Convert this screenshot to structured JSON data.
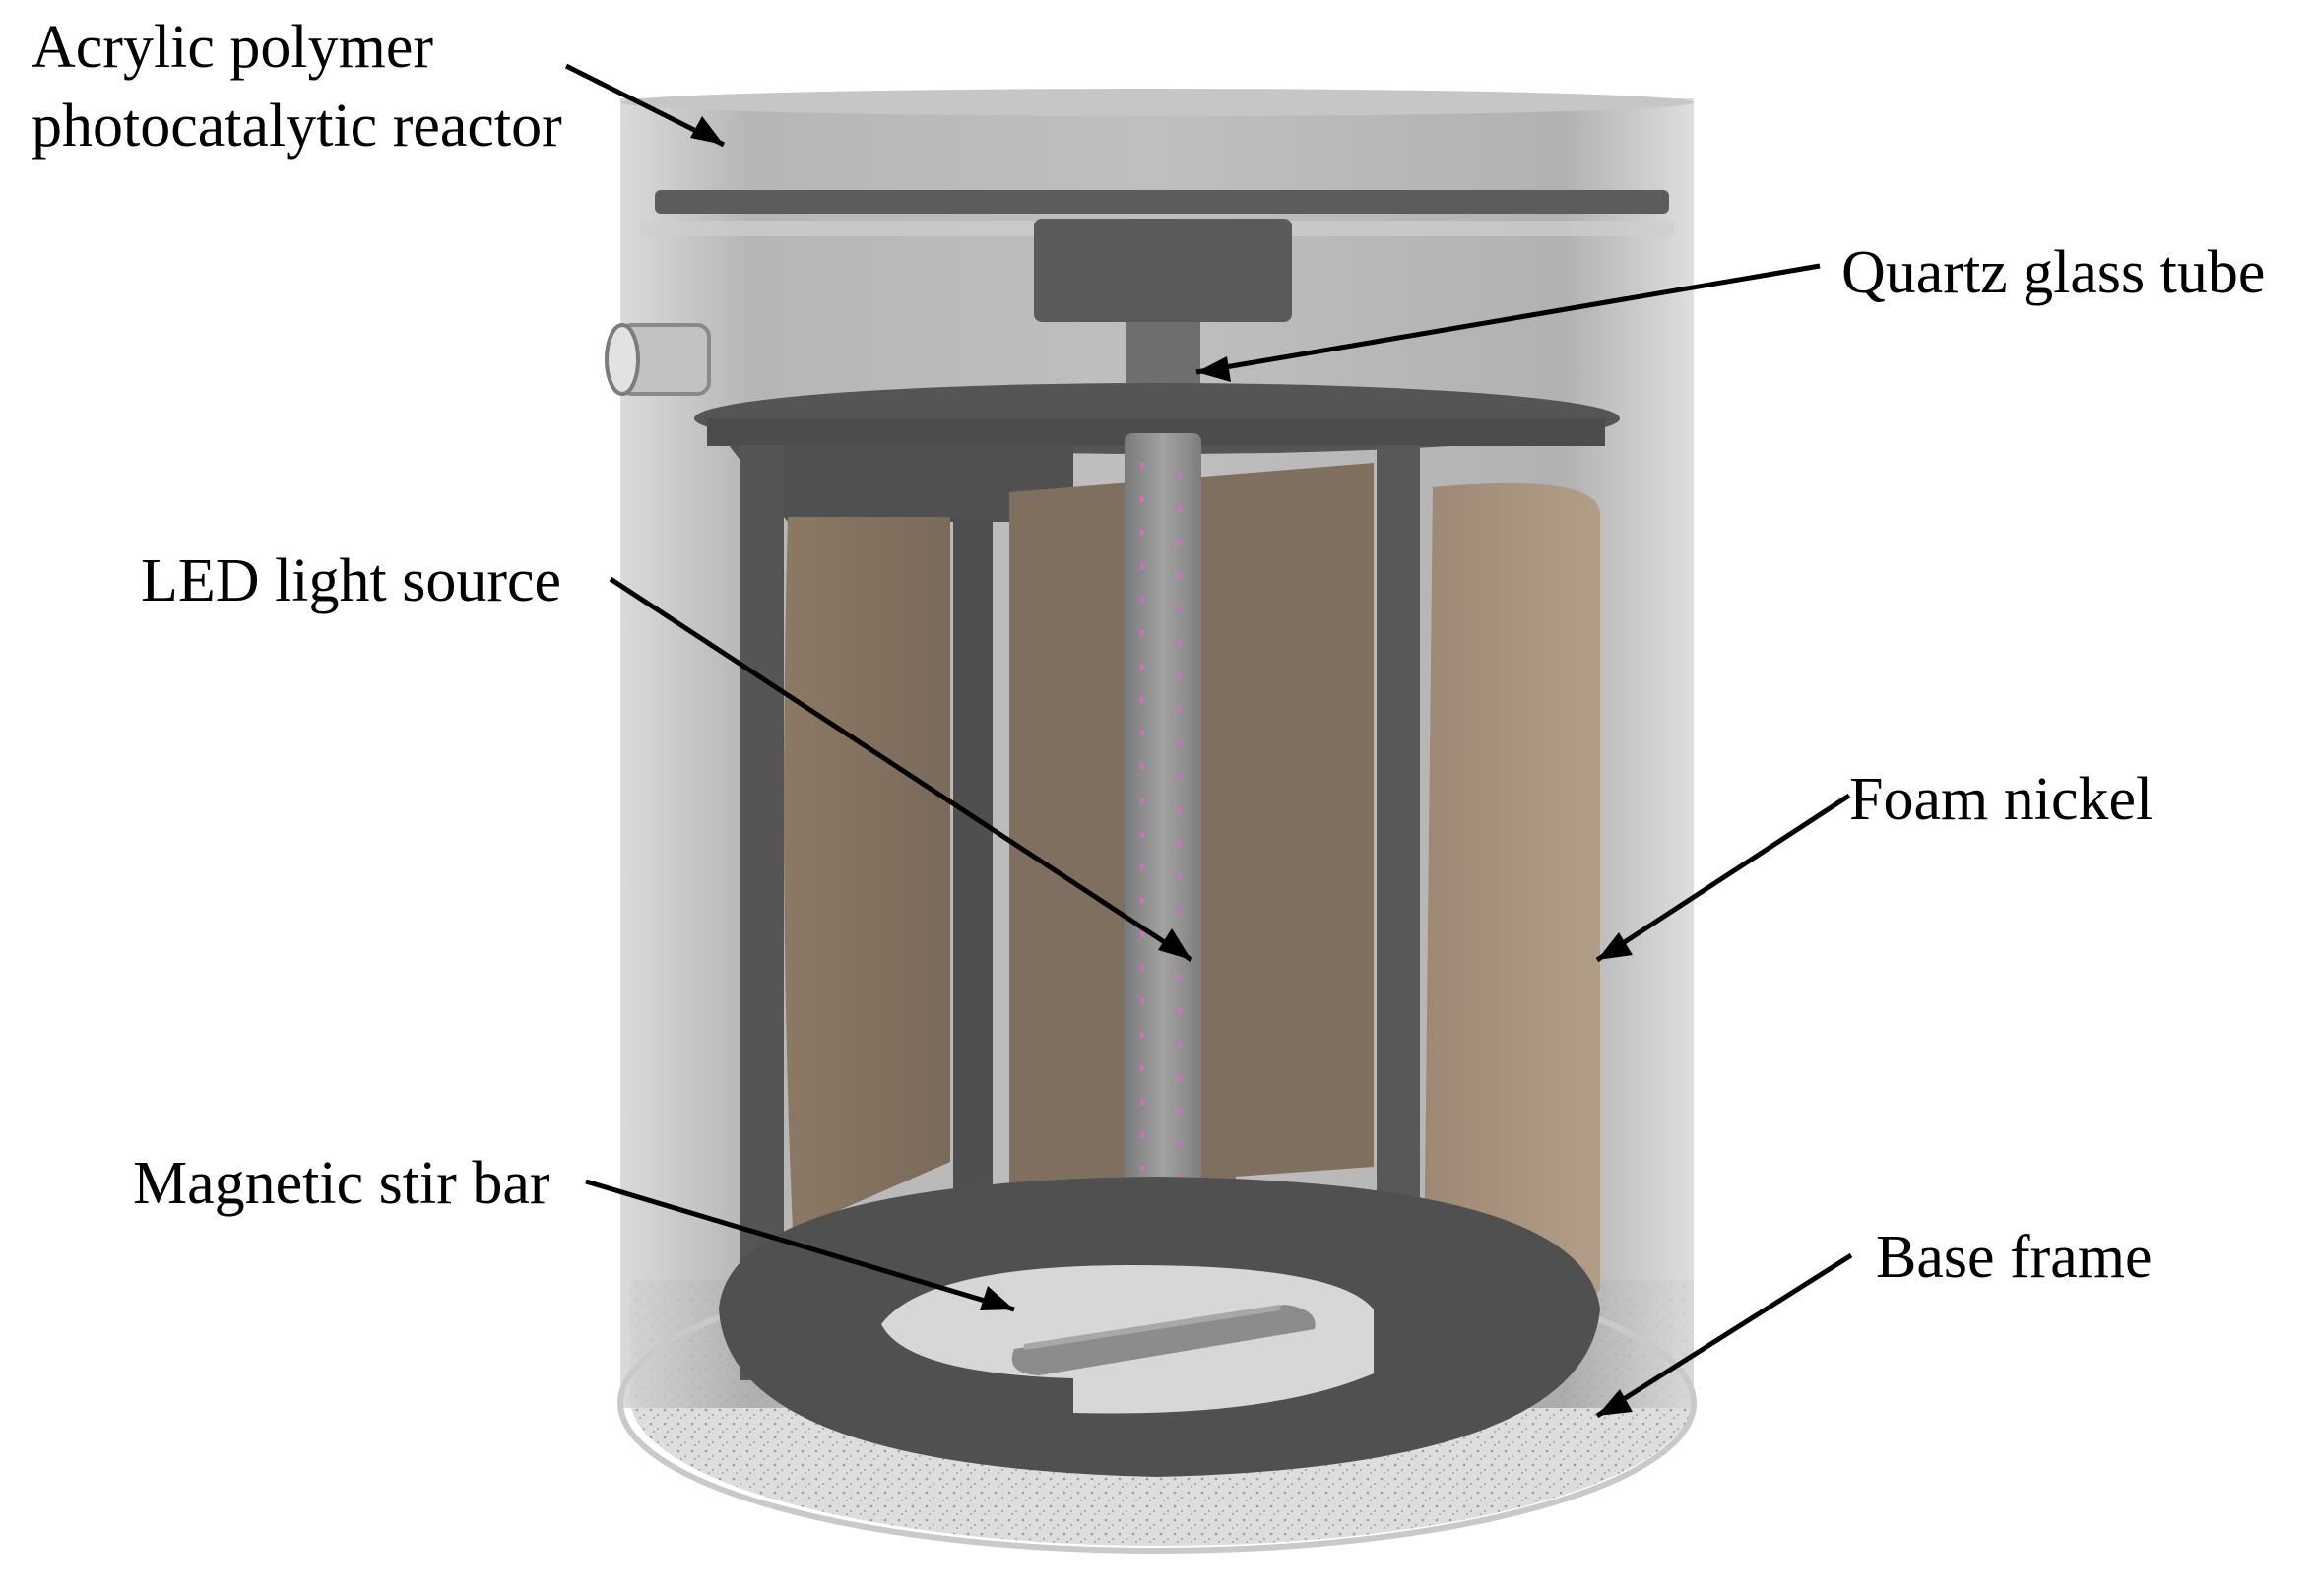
{
  "labels": {
    "reactor_line1": "Acrylic polymer",
    "reactor_line2": "photocatalytic reactor",
    "quartz_tube": "Quartz glass tube",
    "led_source": "LED light source",
    "foam_nickel": "Foam nickel",
    "stir_bar": "Magnetic stir bar",
    "base_frame": "Base frame"
  },
  "colors": {
    "acrylic_shell": "#b9b9b9",
    "frame_dark": "#4f4f4f",
    "foam_nickel": "#a89580",
    "quartz_tube": "#8f8f8f",
    "led_dots": "#d06fc0",
    "base_frame": "#dcdcdc"
  }
}
